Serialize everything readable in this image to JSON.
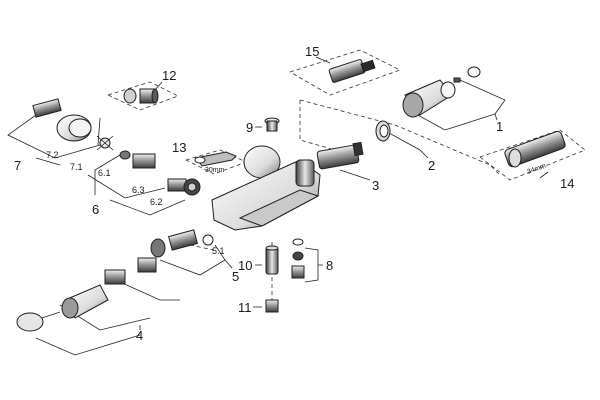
{
  "parts": {
    "p1": "1",
    "p2": "2",
    "p3": "3",
    "p4": "4",
    "p5": "5",
    "p5_1": "5.1",
    "p6": "6",
    "p6_1": "6.1",
    "p6_2": "6.2",
    "p6_3": "6.3",
    "p7": "7",
    "p7_1": "7.1",
    "p7_2": "7.2",
    "p8": "8",
    "p9": "9",
    "p10": "10",
    "p11": "11",
    "p12": "12",
    "p13": "13",
    "p14": "14",
    "p15": "15"
  },
  "annotations": {
    "spanner_size": "30mm",
    "sleeve_size": "34mm"
  },
  "colors": {
    "line": "#222222",
    "metal_dark": "#3a3a3a",
    "metal_mid": "#8a8a8a",
    "metal_light": "#d6d6d6",
    "white": "#ffffff"
  }
}
